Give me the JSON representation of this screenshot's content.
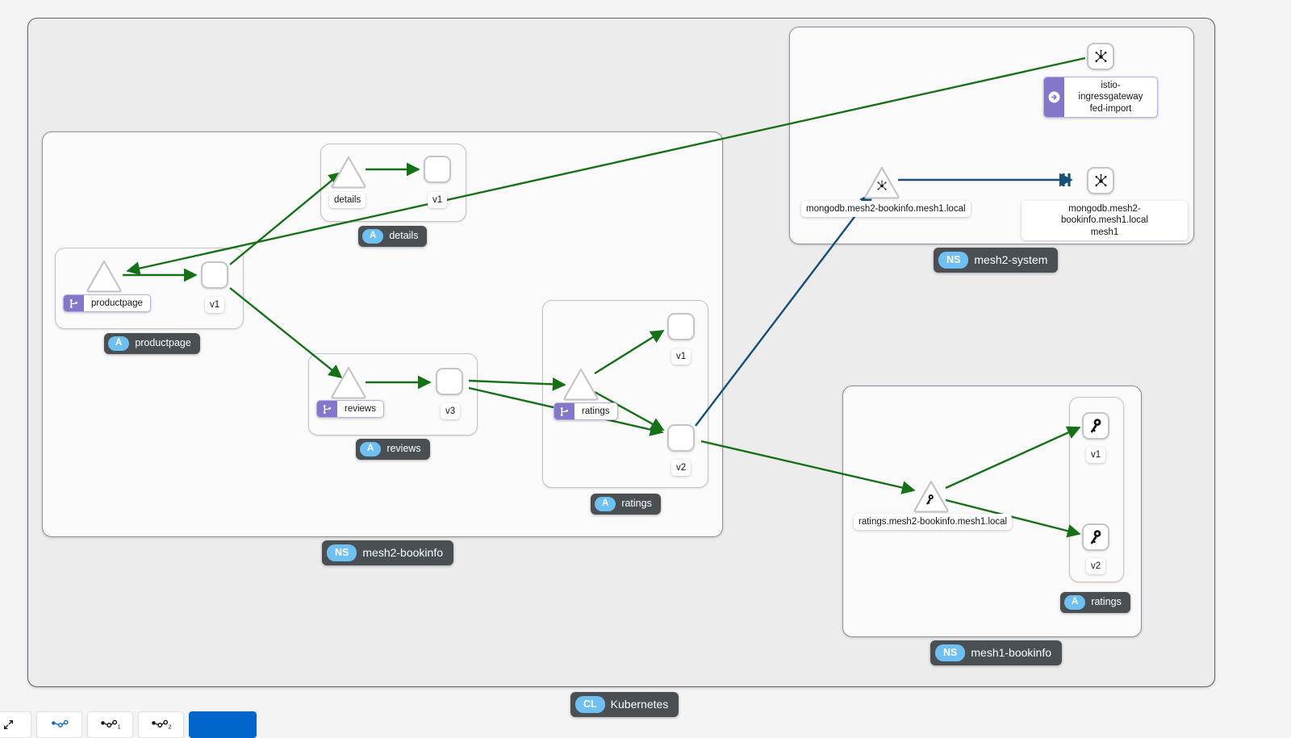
{
  "graph": {
    "cluster": {
      "badge": "CL",
      "label": "Kubernetes"
    },
    "namespaces": [
      {
        "id": "mesh2-bookinfo",
        "badge": "NS",
        "label": "mesh2-bookinfo"
      },
      {
        "id": "mesh2-system",
        "badge": "NS",
        "label": "mesh2-system"
      },
      {
        "id": "mesh1-bookinfo",
        "badge": "NS",
        "label": "mesh1-bookinfo"
      }
    ],
    "apps": [
      {
        "id": "productpage",
        "badge": "A",
        "label": "productpage",
        "namespace": "mesh2-bookinfo"
      },
      {
        "id": "details",
        "badge": "A",
        "label": "details",
        "namespace": "mesh2-bookinfo"
      },
      {
        "id": "reviews",
        "badge": "A",
        "label": "reviews",
        "namespace": "mesh2-bookinfo"
      },
      {
        "id": "ratings",
        "badge": "A",
        "label": "ratings",
        "namespace": "mesh2-bookinfo"
      },
      {
        "id": "ratings-m1",
        "badge": "A",
        "label": "ratings",
        "namespace": "mesh1-bookinfo"
      }
    ],
    "nodes": [
      {
        "id": "svc-productpage",
        "kind": "service",
        "icon": "triangle-icon",
        "label": "productpage",
        "badged": true
      },
      {
        "id": "wl-productpage-v1",
        "kind": "workload",
        "icon": "workload-box-icon",
        "label": "v1",
        "badged": false
      },
      {
        "id": "svc-details",
        "kind": "service",
        "icon": "triangle-icon",
        "label": "details",
        "badged": false
      },
      {
        "id": "wl-details-v1",
        "kind": "workload",
        "icon": "workload-box-icon",
        "label": "v1",
        "badged": false
      },
      {
        "id": "svc-reviews",
        "kind": "service",
        "icon": "triangle-icon",
        "label": "reviews",
        "badged": true
      },
      {
        "id": "wl-reviews-v3",
        "kind": "workload",
        "icon": "workload-box-icon",
        "label": "v3",
        "badged": false
      },
      {
        "id": "svc-ratings",
        "kind": "service",
        "icon": "triangle-icon",
        "label": "ratings",
        "badged": true
      },
      {
        "id": "wl-ratings-v1",
        "kind": "workload",
        "icon": "workload-box-icon",
        "label": "v1",
        "badged": false
      },
      {
        "id": "wl-ratings-v2",
        "kind": "workload",
        "icon": "workload-box-icon",
        "label": "v2",
        "badged": false
      },
      {
        "id": "wl-ingressgw",
        "kind": "workload",
        "icon": "mesh-node-icon",
        "label": "istio-ingressgateway\nfed-import",
        "badged": true,
        "label_lines": [
          "istio-ingressgateway",
          "fed-import"
        ]
      },
      {
        "id": "se-mongodb",
        "kind": "service-entry",
        "icon": "mesh-node-icon",
        "label": "mongodb.mesh2-bookinfo.mesh1.local",
        "badged": false
      },
      {
        "id": "wl-mongodb",
        "kind": "workload",
        "icon": "mesh-node-icon",
        "label": "mongodb.mesh2-bookinfo.mesh1.local\nmesh1",
        "badged": false,
        "label_lines": [
          "mongodb.mesh2-bookinfo.mesh1.local",
          "mesh1"
        ]
      },
      {
        "id": "se-ratings-m1",
        "kind": "service-entry",
        "icon": "key-icon",
        "label": "ratings.mesh2-bookinfo.mesh1.local",
        "badged": false
      },
      {
        "id": "wl-ratings-m1-v1",
        "kind": "workload",
        "icon": "key-icon",
        "label": "v1",
        "badged": false
      },
      {
        "id": "wl-ratings-m1-v2",
        "kind": "workload",
        "icon": "key-icon",
        "label": "v2",
        "badged": false
      }
    ],
    "edges": [
      {
        "from": "svc-productpage",
        "to": "wl-productpage-v1",
        "color": "green"
      },
      {
        "from": "wl-productpage-v1",
        "to": "svc-details",
        "color": "green"
      },
      {
        "from": "svc-details",
        "to": "wl-details-v1",
        "color": "green"
      },
      {
        "from": "wl-productpage-v1",
        "to": "svc-reviews",
        "color": "green"
      },
      {
        "from": "svc-reviews",
        "to": "wl-reviews-v3",
        "color": "green"
      },
      {
        "from": "wl-reviews-v3",
        "to": "svc-ratings",
        "color": "green"
      },
      {
        "from": "wl-reviews-v3",
        "to": "wl-ratings-v2",
        "color": "green"
      },
      {
        "from": "svc-ratings",
        "to": "wl-ratings-v1",
        "color": "green"
      },
      {
        "from": "svc-ratings",
        "to": "wl-ratings-v2",
        "color": "green"
      },
      {
        "from": "wl-ingressgw",
        "to": "svc-productpage",
        "color": "green"
      },
      {
        "from": "wl-ratings-v2",
        "to": "se-mongodb",
        "color": "blue"
      },
      {
        "from": "se-mongodb",
        "to": "wl-mongodb",
        "color": "blue"
      },
      {
        "from": "wl-ratings-v2",
        "to": "se-ratings-m1",
        "color": "green"
      },
      {
        "from": "se-ratings-m1",
        "to": "wl-ratings-m1-v1",
        "color": "green"
      },
      {
        "from": "se-ratings-m1",
        "to": "wl-ratings-m1-v2",
        "color": "green"
      }
    ],
    "colors": {
      "edge_healthy": "#157016",
      "edge_tcp": "#14507a",
      "badge_pill": "#6fc0f2",
      "badge_bg": "#4a4f54",
      "node_badge_purple": "#8476c8",
      "canvas": "#f4f4f4",
      "cluster_bg": "#ececec",
      "namespace_bg": "#fafafa"
    }
  },
  "toolbar": {
    "buttons": [
      {
        "name": "expand-icon",
        "label": ""
      },
      {
        "name": "layout-dagre-icon",
        "label": ""
      },
      {
        "name": "layout-grid-1-icon",
        "label": ""
      },
      {
        "name": "layout-grid-2-icon",
        "label": ""
      },
      {
        "name": "legend-button",
        "label": ""
      }
    ]
  }
}
